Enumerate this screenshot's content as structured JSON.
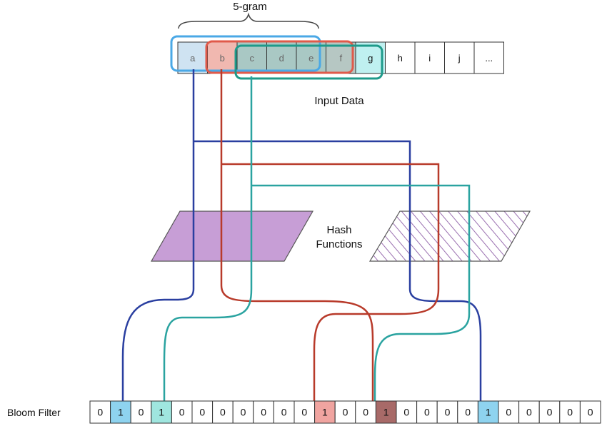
{
  "labels": {
    "ngram": "5-gram",
    "input": "Input Data",
    "hash_line1": "Hash",
    "hash_line2": "Functions",
    "bloom": "Bloom Filter"
  },
  "input_cells": [
    "a",
    "b",
    "c",
    "d",
    "e",
    "f",
    "g",
    "h",
    "i",
    "j",
    "..."
  ],
  "bloom_bits": [
    "0",
    "1",
    "0",
    "1",
    "0",
    "0",
    "0",
    "0",
    "0",
    "0",
    "0",
    "1",
    "0",
    "0",
    "1",
    "0",
    "0",
    "0",
    "0",
    "1",
    "0",
    "0",
    "0",
    "0",
    "0"
  ],
  "colors": {
    "blue": "#2a3fa0",
    "red": "#b83a2a",
    "teal": "#2aa3a0",
    "window_blue": "#4aa8e6",
    "window_red": "#e05a4a",
    "window_teal": "#1e9a8a",
    "hash_fill": "#c79ed6"
  }
}
